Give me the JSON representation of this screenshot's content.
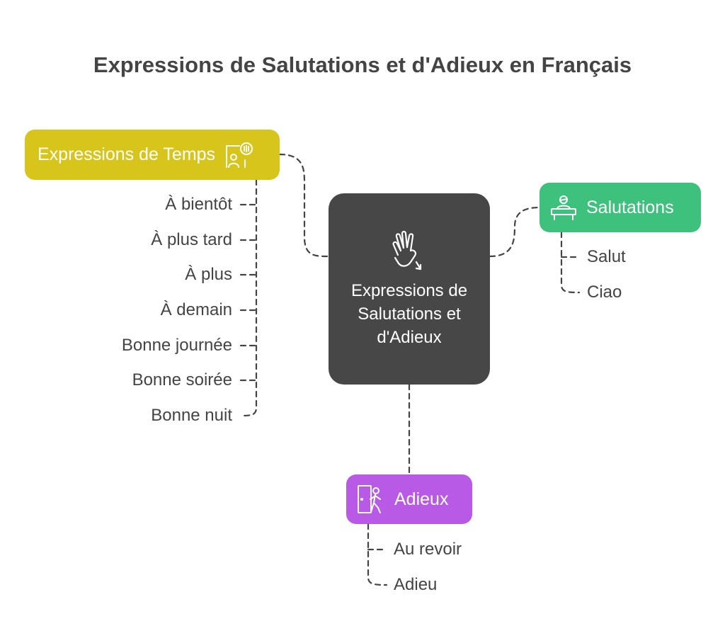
{
  "title": "Expressions de Salutations et d'Adieux en Français",
  "colors": {
    "temps": "#d8c51b",
    "salutations": "#3dc17d",
    "adieux": "#b95ae6",
    "center": "#474747",
    "text": "#444444"
  },
  "center": {
    "label": "Expressions de Salutations et d'Adieux",
    "icon": "waving-hand-icon"
  },
  "branches": {
    "temps": {
      "label": "Expressions de Temps",
      "icon": "presentation-icon",
      "items": [
        "À bientôt",
        "À plus tard",
        "À plus",
        "À demain",
        "Bonne journée",
        "Bonne soirée",
        "Bonne nuit"
      ]
    },
    "salutations": {
      "label": "Salutations",
      "icon": "reception-desk-icon",
      "items": [
        "Salut",
        "Ciao"
      ]
    },
    "adieux": {
      "label": "Adieux",
      "icon": "exit-door-icon",
      "items": [
        "Au revoir",
        "Adieu"
      ]
    }
  }
}
